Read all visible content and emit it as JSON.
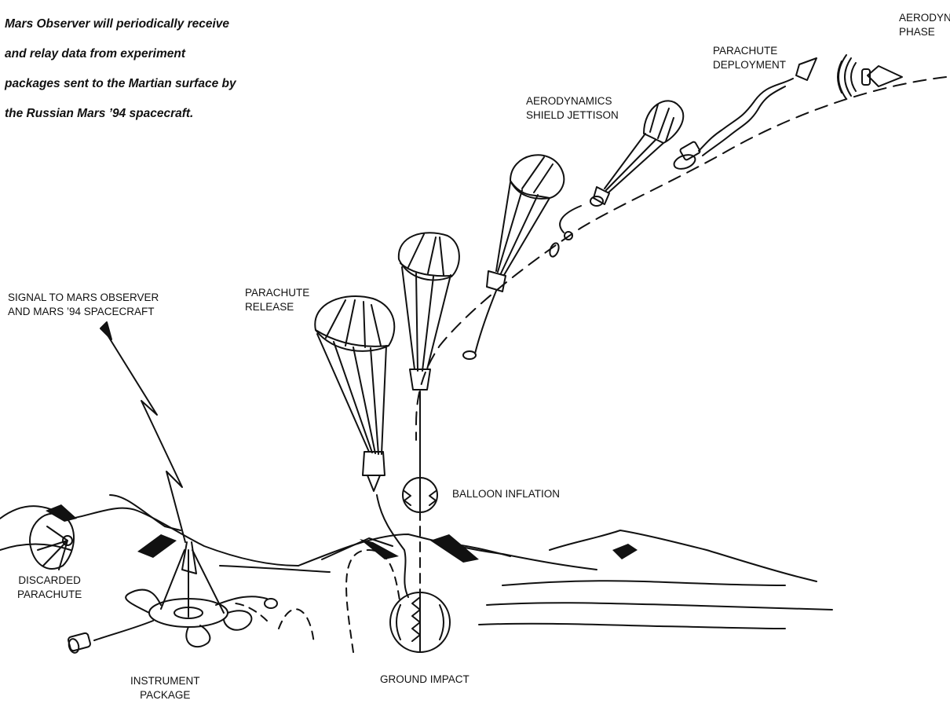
{
  "caption": {
    "lines": [
      "Mars Observer will periodically receive",
      "and relay data from experiment",
      "packages sent to the Martian surface by",
      "the Russian Mars ’94 spacecraft."
    ]
  },
  "labels": {
    "aerodynamic_phase": [
      "AERODYNAMIC",
      "PHASE"
    ],
    "parachute_deployment": [
      "PARACHUTE",
      "DEPLOYMENT"
    ],
    "shield_jettison": [
      "AERODYNAMICS",
      "SHIELD JETTISON"
    ],
    "parachute_release": [
      "PARACHUTE",
      "RELEASE"
    ],
    "signal": [
      "SIGNAL TO MARS OBSERVER",
      "AND MARS ’94 SPACECRAFT"
    ],
    "balloon_inflation": "BALLOON INFLATION",
    "discarded_parachute": [
      "DISCARDED",
      "PARACHUTE"
    ],
    "instrument_package": [
      "INSTRUMENT",
      "PACKAGE"
    ],
    "ground_impact": "GROUND IMPACT"
  }
}
